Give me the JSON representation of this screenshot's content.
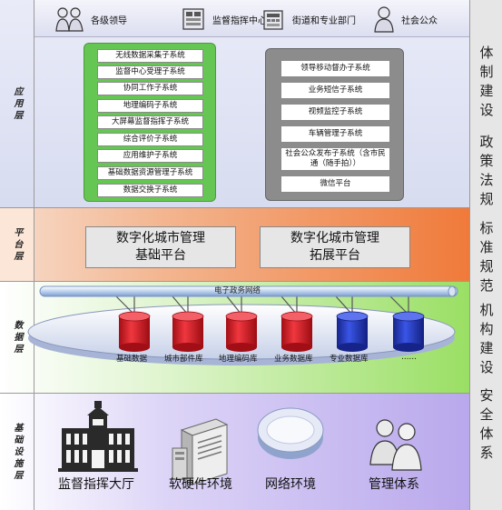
{
  "users": [
    {
      "label": "各级领导",
      "icon": "leaders-icon"
    },
    {
      "label": "监督指挥中心",
      "icon": "command-center-icon"
    },
    {
      "label": "街道和专业部门",
      "icon": "departments-icon"
    },
    {
      "label": "社会公众",
      "icon": "public-icon"
    }
  ],
  "layers": {
    "application": "应用层",
    "platform": "平台层",
    "data": "数据层",
    "infrastructure": "基础设施层"
  },
  "app_left": [
    "无线数据采集子系统",
    "监督中心受理子系统",
    "协同工作子系统",
    "地理编码子系统",
    "大屏幕监督指挥子系统",
    "综合评价子系统",
    "应用维护子系统",
    "基础数据资源管理子系统",
    "数据交换子系统"
  ],
  "app_right": [
    "领导移动督办子系统",
    "业务短信子系统",
    "视频监控子系统",
    "车辆管理子系统",
    "社会公众发布子系统（含市民通（随手拍））",
    "微信平台"
  ],
  "platforms": {
    "base": {
      "line1": "数字化城市管理",
      "line2": "基础平台"
    },
    "ext": {
      "line1": "数字化城市管理",
      "line2": "拓展平台"
    }
  },
  "network": "电子政务网络",
  "databases": [
    {
      "label": "基础数据",
      "color": "#e8202a"
    },
    {
      "label": "城市部件库",
      "color": "#e8202a"
    },
    {
      "label": "地理编码库",
      "color": "#e8202a"
    },
    {
      "label": "业务数据库",
      "color": "#e8202a"
    },
    {
      "label": "专业数据库",
      "color": "#2a3fd0"
    },
    {
      "label": "……",
      "color": "#2a3fd0"
    }
  ],
  "infrastructure": [
    {
      "label": "监督指挥大厅",
      "icon": "hall-building-icon"
    },
    {
      "label": "软硬件环境",
      "icon": "server-icon"
    },
    {
      "label": "网络环境",
      "icon": "network-disc-icon"
    },
    {
      "label": "管理体系",
      "icon": "people-group-icon"
    }
  ],
  "right_column": [
    "体制建设",
    "政策法规",
    "标准规范",
    "机构建设",
    "安全体系"
  ],
  "colors": {
    "green_panel": "#66c653",
    "gray_panel": "#8c8c8c",
    "app_bg": "#dde1f2",
    "platform_orange": "#f07a3a",
    "data_green": "#9adf64",
    "infra_purple": "#b9a8ec"
  }
}
